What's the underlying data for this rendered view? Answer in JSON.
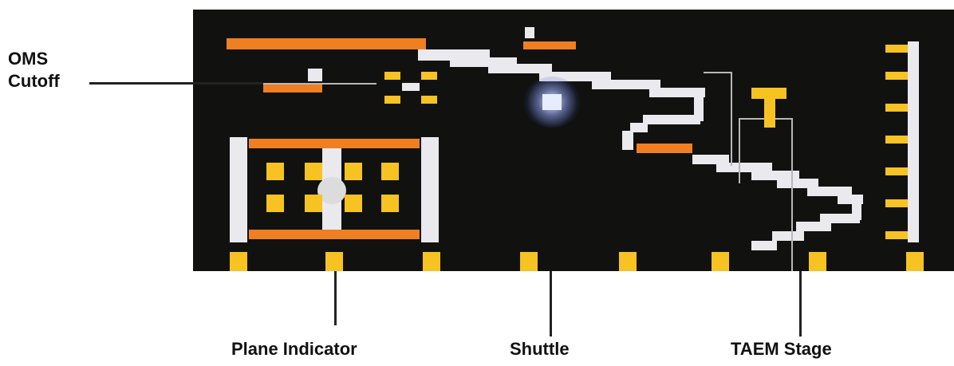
{
  "labels": {
    "oms_cutoff_line1": "OMS",
    "oms_cutoff_line2": "Cutoff",
    "plane_indicator": "Plane Indicator",
    "shuttle": "Shuttle",
    "taem_stage": "TAEM Stage"
  },
  "colors": {
    "screen_background": "#111210",
    "orange": "#f07f22",
    "yellow": "#f7c322",
    "white": "#e9e9ee",
    "shuttle_glow": "#b4c2ff"
  },
  "icons": {
    "shuttle": "shuttle-icon",
    "taem_marker": "letter-t-icon"
  },
  "taem_marker_text": "T"
}
